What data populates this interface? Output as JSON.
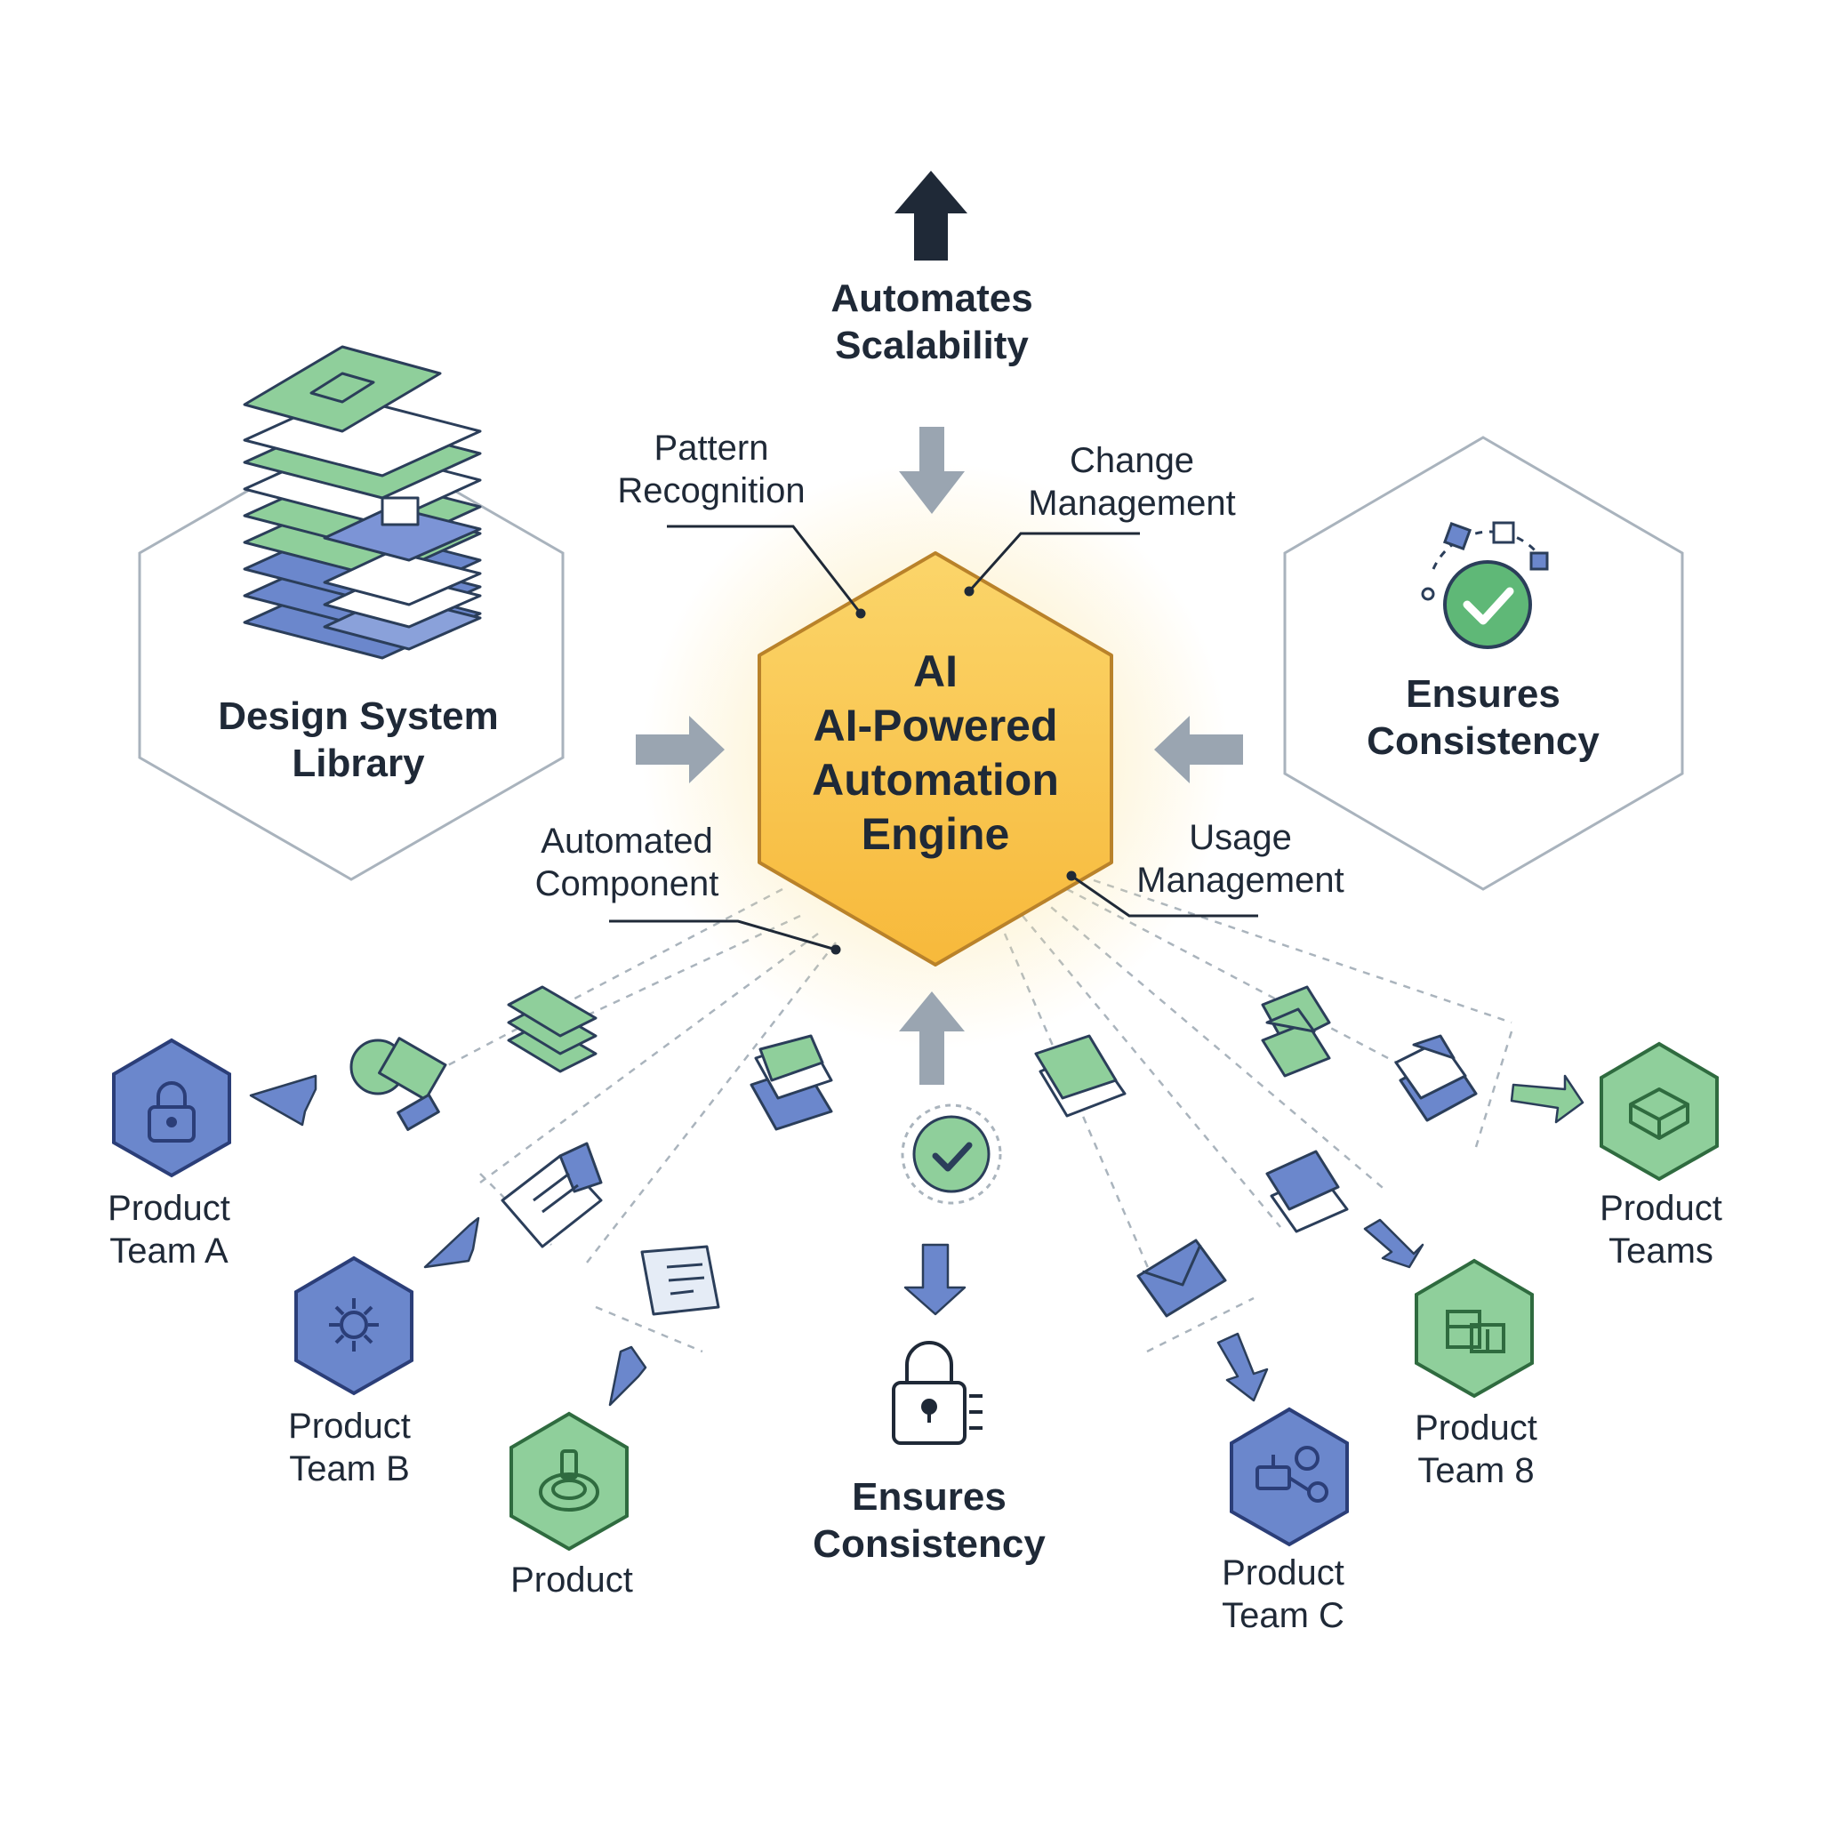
{
  "center": {
    "line1": "AI",
    "line2": "AI-Powered",
    "line3": "Automation",
    "line4": "Engine"
  },
  "top_label": {
    "line1": "Automates",
    "line2": "Scalability"
  },
  "library": {
    "line1": "Design System",
    "line2": "Library"
  },
  "consistency_right": {
    "line1": "Ensures",
    "line2": "Consistency"
  },
  "consistency_bottom": {
    "line1": "Ensures",
    "line2": "Consistency"
  },
  "annotations": {
    "pattern": {
      "line1": "Pattern",
      "line2": "Recognition"
    },
    "change": {
      "line1": "Change",
      "line2": "Management"
    },
    "component": {
      "line1": "Automated",
      "line2": "Component"
    },
    "usage": {
      "line1": "Usage",
      "line2": "Management"
    }
  },
  "teams": {
    "a": {
      "line1": "Product",
      "line2": "Team A"
    },
    "b": {
      "line1": "Product",
      "line2": "Team B"
    },
    "product": {
      "line1": "Product"
    },
    "c": {
      "line1": "Product",
      "line2": "Team C"
    },
    "eight": {
      "line1": "Product",
      "line2": "Team 8"
    },
    "teams": {
      "line1": "Product",
      "line2": "Teams"
    }
  },
  "colors": {
    "engine_fill": "#f9c54e",
    "engine_glow": "#fde7a8",
    "green": "#8fcf9b",
    "green_dark": "#2f6b3f",
    "blue": "#6b87cc",
    "blue_dark": "#2b3e78",
    "arrow_gray": "#9aa5b1",
    "text": "#1f2937"
  },
  "icons": {
    "team_a": "lock-icon",
    "team_b": "gear-icon",
    "product": "joystick-icon",
    "team_c": "flow-icon",
    "team_8": "grid-icon",
    "teams": "cube-icon",
    "bottom": "padlock-icon",
    "right": "check-circle-icon"
  }
}
